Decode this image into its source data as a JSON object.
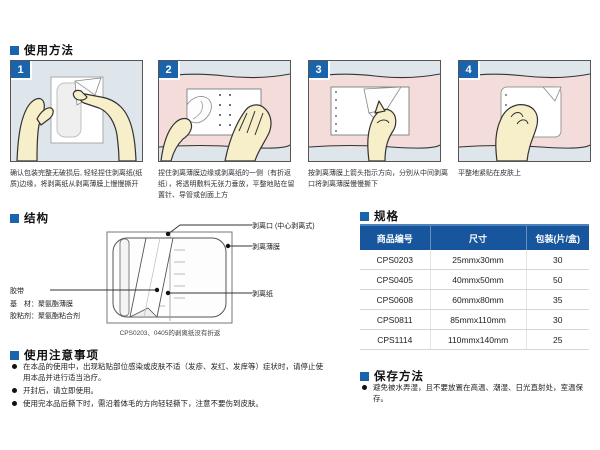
{
  "colors": {
    "accent": "#1a64ad",
    "table_header": "#17569c",
    "panel_bg": "#dee5eb",
    "skin": "#f4dcda",
    "hand": "#f6efca"
  },
  "usage": {
    "title": "使用方法",
    "steps": [
      {
        "num": "1",
        "text": "确认包装完整无破损后, 轻轻捏住剥离纸(纸质)边缘，将剥离纸从剥离薄膜上慢慢撕开"
      },
      {
        "num": "2",
        "text": "捏住剥离薄膜边缘或剥离纸的一侧（有折返纸），将透明敷料无张力垂放，平整地贴在留置针、导管或创面上方"
      },
      {
        "num": "3",
        "text": "按剥离薄膜上箭头指示方向，分别从中间剥离口将剥离薄膜慢慢撕下"
      },
      {
        "num": "4",
        "text": "平整地紧贴在皮肤上"
      }
    ]
  },
  "structure": {
    "title": "结构",
    "labels": {
      "peel_opening": "剥离口 (中心剥离式)",
      "peel_film": "剥离薄膜",
      "peel_paper": "剥离纸",
      "tape": "胶带",
      "base_material": "基　材：聚氨酯薄膜",
      "adhesive": "胶粘剂：聚氨酯粘合剂"
    },
    "caption": "CPS0203、0405的剥离纸没有折返"
  },
  "specs": {
    "title": "规格",
    "columns": [
      "商品编号",
      "尺寸",
      "包装(片/盒)"
    ],
    "rows": [
      [
        "CPS0203",
        "25mmx30mm",
        "30"
      ],
      [
        "CPS0405",
        "40mmx50mm",
        "50"
      ],
      [
        "CPS0608",
        "60mmx80mm",
        "35"
      ],
      [
        "CPS0811",
        "85mmx110mm",
        "30"
      ],
      [
        "CPS1114",
        "110mmx140mm",
        "25"
      ]
    ]
  },
  "precautions": {
    "title": "使用注意事项",
    "items": [
      "在本品的使用中，出现粘贴部位感染或皮肤不适（发疹、发红、发痒等）症状时，请停止使用本品并进行适当治疗。",
      "开封后，请立即使用。",
      "使用完本品后撕下时，需沿着体毛的方向轻轻撕下，注意不要伤到皮肤。"
    ]
  },
  "storage": {
    "title": "保存方法",
    "items": [
      "避免被水弄湿，且不要放置在高温、潮湿、日光直射处，室温保存。"
    ]
  }
}
